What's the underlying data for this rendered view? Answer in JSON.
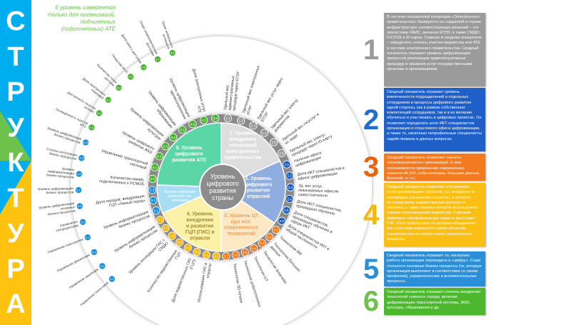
{
  "title_letters": [
    "С",
    "Т",
    "Р",
    "У",
    "К",
    "Т",
    "У",
    "Р",
    "А"
  ],
  "note": "6 уровень измеряется только для организаций, подчиненных (подотчетных) АТЕ",
  "center_label": [
    "Уровень",
    "цифрового",
    "развития",
    "страны"
  ],
  "colors": {
    "strip": "#00aeef",
    "strip_green": "#6cc24a",
    "strip_yellow": "#ffc20e"
  },
  "sectors": [
    {
      "lines": [
        "1. Уровень",
        "внедрения",
        "технологий",
        "электронного",
        "правительства"
      ],
      "fill": "#dedede",
      "text": "#ffffff",
      "dot": "#9a9a9a",
      "from": -90,
      "to": -24
    },
    {
      "lines": [
        "2. Уровень",
        "цифрового",
        "развития",
        "отраслей"
      ],
      "fill": "#8fadde",
      "text": "#ffffff",
      "dot": "#1f5fbf",
      "from": -24,
      "to": 34
    },
    {
      "lines": [
        "3. Уровень ЦТ",
        "при исп.",
        "современных",
        "технологий"
      ],
      "fill": "#fde8c4",
      "text": "#f0a060",
      "dot": "#f47a20",
      "from": 34,
      "to": 90
    },
    {
      "lines": [
        "4. Уровень",
        "внедрения",
        "и развития",
        "ГЦП (ГИС) в",
        "отрасли"
      ],
      "fill": "#fbf1a9",
      "text": "#a08b30",
      "dot": "#f6b80f",
      "from": 90,
      "to": 156
    },
    {
      "lines": [
        "Уровень информат.",
        "реального сек.",
        "экономики"
      ],
      "fill": "#a8ddf3",
      "text": "#ffffff",
      "dot": "#1a8fe0",
      "from": 156,
      "to": 182
    },
    {
      "lines": [
        "6. Уровень",
        "цифрового",
        "развития АТЕ"
      ],
      "fill": "#5cd6a6",
      "text": "#ffffff",
      "dot": "#49b52e",
      "from": 182,
      "to": 270
    }
  ],
  "dots": [
    {
      "g": 0,
      "ids": [
        "1.1",
        "1.2",
        "1.3",
        "1.4",
        "1.5",
        "1.6"
      ]
    },
    {
      "g": 1,
      "ids": [
        "2.1",
        "2.2",
        "2.3",
        "2.4",
        "2.5",
        "2.6"
      ]
    },
    {
      "g": 2,
      "ids": [
        "3.1",
        "3.2",
        "3.3",
        "3.4",
        "3.5",
        "3.6",
        "3.7"
      ]
    },
    {
      "g": 3,
      "ids": [
        "4.1",
        "4.2",
        "4.3",
        "4.4",
        "4.5",
        "4.6",
        "4.7",
        "4.8"
      ]
    },
    {
      "g": 4,
      "ids": [
        "5.1",
        "5.2",
        "5.3"
      ]
    },
    {
      "g": 5,
      "ids": [
        "6.0",
        "6.1",
        "6.2",
        "6.3",
        "6.4",
        "6.5",
        "6.6",
        "6.7",
        "6.8"
      ]
    }
  ],
  "labels": [
    {
      "angle": -84,
      "text": "Удельный вес административных процедур через ЕГОУ"
    },
    {
      "angle": -72,
      "text": "Удельный вес электронных услуг"
    },
    {
      "angle": -60,
      "text": "Удельный вес услуг через ЕПЭУ"
    },
    {
      "angle": -48,
      "text": "Удельный вес электр. документов"
    },
    {
      "angle": -36,
      "text": "Удельный вес госуслуг в эл. виде"
    },
    {
      "angle": -26,
      "text": "Удельный вес электр. процедур через ID-карту"
    },
    {
      "angle": -18,
      "text": "Наличие офиса цифровизации"
    },
    {
      "angle": -8,
      "text": "Доля ИКТ-специалистов в офисе цифровизации"
    },
    {
      "angle": 2,
      "text": "Уд. вес услуг, оказываемых офисом самостоятельно"
    },
    {
      "angle": 12,
      "text": "Доля ИКТ-специалистов, прошедших обучение"
    },
    {
      "angle": 22,
      "text": "Доля специалистов, прошедших обучение в сфере ИКТ"
    },
    {
      "angle": 31,
      "text": "Доля специалистов ИКТ в общей численности"
    },
    {
      "angle": 40,
      "text": "Технологии ИИ"
    },
    {
      "angle": 48,
      "text": "Технологии больших данных"
    },
    {
      "angle": 56,
      "text": "Технологии блокчейн"
    },
    {
      "angle": 64,
      "text": "Технологии IoT"
    },
    {
      "angle": 72,
      "text": "Технологии робототехники"
    },
    {
      "angle": 80,
      "text": "Технологии 3D-печати"
    },
    {
      "angle": 100,
      "text": "Использование ГИС в отрасли"
    },
    {
      "angle": 112,
      "text": "Доля ведомственных ГИС (ГЦП)"
    },
    {
      "angle": 124,
      "text": "Количество ведомственных ГЦП"
    },
    {
      "angle": 136,
      "text": "Уровень интеграции ГИС с СМДО"
    },
    {
      "angle": 148,
      "text": "Уровень информатизации бизнес процессов"
    },
    {
      "angle": 160,
      "text": "Уровень информатизации бизнес процессов"
    },
    {
      "angle": 172,
      "text": "Доля городов, внедривших ГЦП «Умный город»"
    },
    {
      "angle": 184,
      "text": "Количество камер, подключенных к РСМОБ"
    },
    {
      "angle": 196,
      "text": "Управление транспортной системой"
    },
    {
      "angle": 208,
      "text": "Уровень цифрового развития ЖКХ"
    },
    {
      "angle": 220,
      "text": "Уровень цифровизации культуры"
    },
    {
      "angle": 232,
      "text": "Уровень цифровизации образования"
    },
    {
      "angle": 244,
      "text": "Уровень цифровизации здравоохранения"
    },
    {
      "angle": 256,
      "text": "Доля электронных услуг АТЕ"
    }
  ],
  "outer_dots": [
    {
      "id": "6.8",
      "c": "#49b52e"
    },
    {
      "id": "6.7",
      "c": "#49b52e"
    },
    {
      "id": "6.6",
      "c": "#49b52e"
    },
    {
      "id": "6.5",
      "c": "#49b52e"
    },
    {
      "id": "6.4",
      "c": "#49b52e"
    },
    {
      "id": "6.3",
      "c": "#49b52e"
    },
    {
      "id": "6.2",
      "c": "#49b52e"
    },
    {
      "id": "6.1",
      "c": "#49b52e"
    },
    {
      "id": "5.10",
      "c": "#1a8fe0"
    },
    {
      "id": "5.9",
      "c": "#1a8fe0"
    },
    {
      "id": "5.8",
      "c": "#1a8fe0"
    },
    {
      "id": "5.7",
      "c": "#1a8fe0"
    },
    {
      "id": "5.6",
      "c": "#1a8fe0"
    },
    {
      "id": "5.5",
      "c": "#1a8fe0"
    },
    {
      "id": "5.4",
      "c": "#1a8fe0"
    },
    {
      "id": "5.3",
      "c": "#1a8fe0"
    },
    {
      "id": "5.2",
      "c": "#1a8fe0"
    },
    {
      "id": "5.1",
      "c": "#1a8fe0"
    }
  ],
  "outer_labels": [
    "Охват мобильного интернета",
    "Охват широкополосным доступом",
    "Доля школ с доступом",
    "Покрытие Wi-Fi",
    "Количество точек доступа",
    "Доля электронных платежей",
    "Доступность госуслуг онлайн",
    "Оснащенность пунктов ИТС",
    "Уровень цифровизации бизнес-процессов",
    "Степень интеграции бизнес-процессов",
    "Уровень информатизации бизнес-процессов",
    "Уровень цифровизации бизнес-процессов",
    "Уровень цифровизации основных бизнес-процессов",
    "Управление техпроцессами",
    "Управление персоналом",
    "Управление финансами",
    "Управление закупками",
    "Управление логистикой"
  ],
  "panels": [
    {
      "num": "1",
      "num_color": "#9a9a9a",
      "bg": "#9b9b9b",
      "text": "В системе показателей концепции «Электронного правительства» базируется на созданной в стране инфраструктуре соответствующих решений – это экосистема ОАИС, включая ЕПЭУ, а также СМДО, ГоСУОК и ID-карты. Главное в сводном показателе – определить степень участия ведомства или АТЕ в системе электронного правительства. Сводный показатель отражает уровень цифровизации процессов реализации административных процедур и оказания услуг государственными органами и организациями."
    },
    {
      "num": "2",
      "num_color": "#1f6fd0",
      "bg": "#1f5fc8",
      "text": "Сводный показатель отражает уровень вовлеченности подразделений и отдельных сотрудников в процессы цифрового развития одной стороны, как в рамках собственных компетенций сотрудников, так и в их желании обучаться и участвовать в цифровых проектах. Он позволяет определить штат ИКТ-специалистов организации и отраслевого офиса цифровизации, а также то, насколько непрофильные специалисты задействованы в данных вопросах."
    },
    {
      "num": "3",
      "num_color": "#e8630a",
      "bg": "#f47a20",
      "text": "Сводный показатель позволяет оценить «инновационность» организаций. В нем отслеживается применение современных технологий (ИИ, робототехника, большие данные, блокчейн и т.п.)"
    },
    {
      "num": "4",
      "num_color": "#f6b80f",
      "bg": "#fbbf14",
      "text": "Сводный показатель позволяет отслеживать «платформизацию» отраслей, т.е. внедрена ли платформа управления отраслью, в которую интегрированы ведомственные ресурсы и системы, а также сервисы которой используются самими организациями ведомства. Хорошим примером платформизации отрасли выступает ГИС «Госстройпортал» на котором объединены все участники жизненного цикла объектов строительства на любом этапе строительного процесса."
    },
    {
      "num": "5",
      "num_color": "#2a8fd8",
      "bg": "#2a8fd8",
      "text": "Сводный показатель отражает то, насколько работа организации переведена в «цифру». Сюда относятся основные бизнес-процессы (те, которые организация выполняет в соответствии со своим профилем), управленческие и вспомогательные процессы."
    },
    {
      "num": "6",
      "num_color": "#6cc24a",
      "bg": "#4cb82e",
      "text": "Сводный показатель отражает степень внедрения технологий «умного» города, включая цифровизацию транспортной системы, ЖКХ, культуры, образования и др."
    }
  ]
}
